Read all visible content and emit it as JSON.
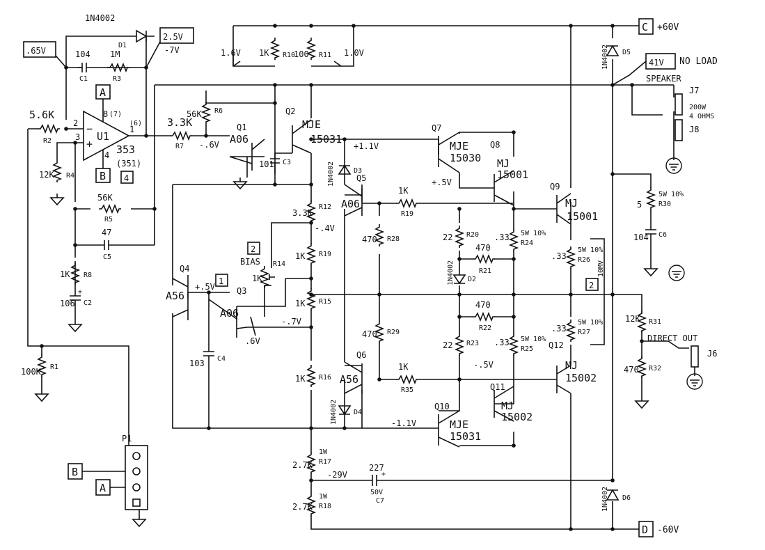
{
  "rails": {
    "pos": {
      "id": "C",
      "label": "+60V"
    },
    "neg": {
      "id": "D",
      "label": "-60V"
    },
    "noload": {
      "value": "41V",
      "label": "NO LOAD"
    }
  },
  "ports": {
    "a": "A",
    "b": "B"
  },
  "voltages": {
    "in_dc": ".65V",
    "out_dc": "2.5V",
    "out_alt": "-7V",
    "v16": "1.6V",
    "v10": "1.0V",
    "q1b": "-.6V",
    "v11": "+1.1V",
    "q8b": "+.5V",
    "v04": "-.4V",
    "q4b": "+.5V",
    "v07": "-.7V",
    "v06": ".6V",
    "vm5": "-.5V",
    "vm11": "-1.1V",
    "vm29": "-29V",
    "v10mv": "10MV"
  },
  "ic": {
    "ref": "U1",
    "part": "353",
    "alt": "(351)",
    "pin8": "8",
    "pin8alt": "(7)",
    "pin6alt": "(6)",
    "pin1": "1",
    "pin2": "2",
    "pin3": "3",
    "pin4": "4"
  },
  "resistors": {
    "r1": {
      "ref": "R1",
      "val": "100K"
    },
    "r2": {
      "ref": "R2",
      "val": "5.6K"
    },
    "r3": {
      "ref": "R3",
      "val": "1M"
    },
    "r4": {
      "ref": "R4",
      "val": "12K"
    },
    "r5": {
      "ref": "R5",
      "val": "56K"
    },
    "r6": {
      "ref": "R6",
      "val": "56K"
    },
    "r7": {
      "ref": "R7",
      "val": "3.3K"
    },
    "r8": {
      "ref": "R8",
      "val": "1K"
    },
    "r10": {
      "ref": "R10",
      "val": "1K"
    },
    "r11": {
      "ref": "R11",
      "val": "100"
    },
    "r12": {
      "ref": "R12",
      "val": "3.3K"
    },
    "r14": {
      "ref": "R14",
      "val": "1K"
    },
    "r15": {
      "ref": "R15",
      "val": "1K"
    },
    "r16": {
      "ref": "R16",
      "val": "1K"
    },
    "r17": {
      "ref": "R17",
      "val": "2.7K",
      "note": "1W"
    },
    "r18": {
      "ref": "R18",
      "val": "2.7K",
      "note": "1W"
    },
    "r19": {
      "ref": "R19",
      "val": "1K"
    },
    "r19b": {
      "ref": "R19",
      "val": "1K"
    },
    "r20": {
      "ref": "R20",
      "val": "22"
    },
    "r21": {
      "ref": "R21",
      "val": "470"
    },
    "r22": {
      "ref": "R22",
      "val": "470"
    },
    "r23": {
      "ref": "R23",
      "val": "22"
    },
    "r24": {
      "ref": "R24",
      "val": ".33",
      "note": "5W 10%"
    },
    "r25": {
      "ref": "R25",
      "val": ".33",
      "note": "5W 10%"
    },
    "r26": {
      "ref": "R26",
      "val": ".33",
      "note": "5W 10%"
    },
    "r27": {
      "ref": "R27",
      "val": ".33",
      "note": "5W 10%"
    },
    "r28": {
      "ref": "R28",
      "val": "470"
    },
    "r29": {
      "ref": "R29",
      "val": "470"
    },
    "r30": {
      "ref": "R30",
      "val": "5",
      "note": "5W 10%"
    },
    "r31": {
      "ref": "R31",
      "val": "12K"
    },
    "r32": {
      "ref": "R32",
      "val": "470"
    },
    "r35": {
      "ref": "R35",
      "val": "1K"
    }
  },
  "capacitors": {
    "c1": {
      "ref": "C1",
      "val": "104"
    },
    "c2": {
      "ref": "C2",
      "val": "106"
    },
    "c3": {
      "ref": "C3",
      "val": "101"
    },
    "c4": {
      "ref": "C4",
      "val": "103"
    },
    "c5": {
      "ref": "C5",
      "val": "47"
    },
    "c6": {
      "ref": "C6",
      "val": "104"
    },
    "c7": {
      "ref": "C7",
      "val": "227",
      "note": "50V"
    }
  },
  "diodes": {
    "d1": {
      "ref": "D1",
      "part": "1N4002"
    },
    "d2": {
      "ref": "D2",
      "part": "1N4002"
    },
    "d3": {
      "ref": "D3",
      "part": "1N4002"
    },
    "d4": {
      "ref": "D4",
      "part": "1N4002"
    },
    "d5": {
      "ref": "D5",
      "part": "1N4002"
    },
    "d6": {
      "ref": "D6",
      "part": "1N4002"
    }
  },
  "transistors": {
    "q1": {
      "ref": "Q1",
      "part": "A06"
    },
    "q2": {
      "ref": "Q2",
      "part": "MJE",
      "num": "15031"
    },
    "q3": {
      "ref": "Q3",
      "part": "A06"
    },
    "q4": {
      "ref": "Q4",
      "part": "A56"
    },
    "q5": {
      "ref": "Q5",
      "part": "A06"
    },
    "q6": {
      "ref": "Q6",
      "part": "A56"
    },
    "q7": {
      "ref": "Q7",
      "part": "MJE",
      "num": "15030"
    },
    "q8": {
      "ref": "Q8",
      "part": "MJ",
      "num": "15001"
    },
    "q9": {
      "ref": "Q9",
      "part": "MJ",
      "num": "15001"
    },
    "q10": {
      "ref": "Q10",
      "part": "MJE",
      "num": "15031"
    },
    "q11": {
      "ref": "Q11",
      "part": "MJ",
      "num": "15002"
    },
    "q12": {
      "ref": "Q12",
      "part": "MJ",
      "num": "15002"
    }
  },
  "connectors": {
    "speaker": {
      "label": "SPEAKER",
      "j7": "J7",
      "j8": "J8",
      "rating": "200W",
      "load": "4 OHMS"
    },
    "direct": {
      "label": "DIRECT OUT",
      "j6": "J6"
    },
    "p1": "P1"
  },
  "notes": {
    "bias": "BIAS",
    "n1": "1",
    "n2": "2",
    "n4": "4"
  },
  "text_plus": "+"
}
